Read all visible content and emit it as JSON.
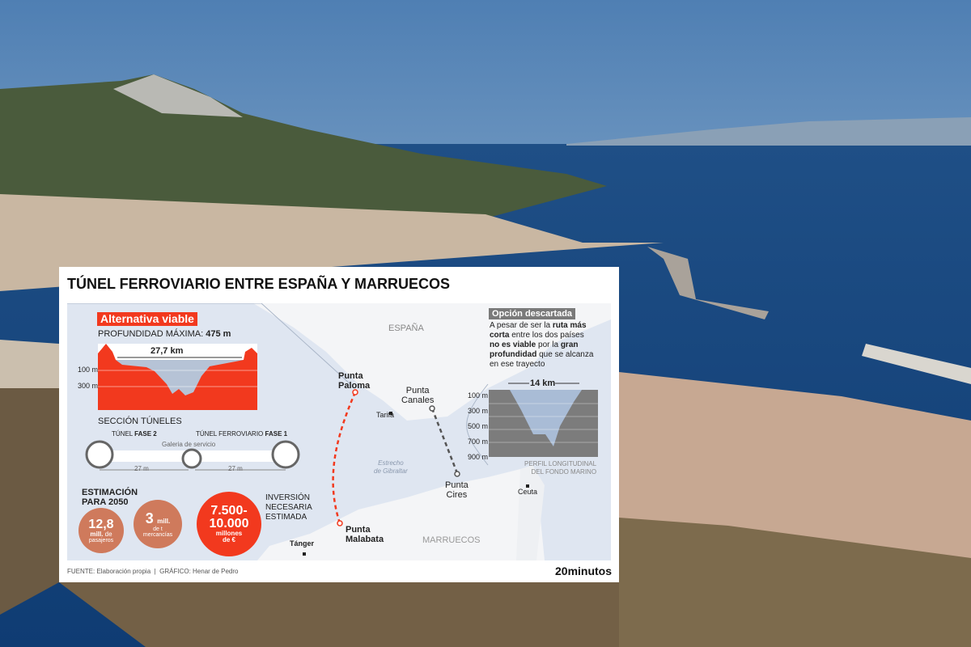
{
  "title": "TÚNEL FERROVIARIO ENTRE ESPAÑA Y MARRUECOS",
  "viable": {
    "badge": "Alternativa viable",
    "depth_label": "PROFUNDIDAD MÁXIMA:",
    "depth_value": "475 m",
    "length": "27,7 km",
    "ticks": [
      "100 m",
      "300 m"
    ]
  },
  "section": {
    "title": "SECCIÓN TÚNELES",
    "tunnel2_pre": "TÚNEL",
    "tunnel2_bold": "FASE 2",
    "tunnel1_pre": "TÚNEL FERROVIARIO",
    "tunnel1_bold": "FASE 1",
    "gallery": "Galeria de servicio",
    "dist_left": "27 m",
    "dist_right": "27 m"
  },
  "estimate": {
    "label_1": "ESTIMACIÓN",
    "label_2": "PARA 2050",
    "passengers_value": "12,8",
    "passengers_unit": "mill.",
    "passengers_unit2": "de",
    "passengers_text": "pasajeros",
    "freight_value": "3",
    "freight_unit": "mill.",
    "freight_unit2": "de t",
    "freight_text": "mercancías"
  },
  "investment": {
    "label_1": "INVERSIÓN",
    "label_2": "NECESARIA",
    "label_3": "ESTIMADA",
    "value_1": "7.500-",
    "value_2": "10.000",
    "unit_1": "millones",
    "unit_2": "de €"
  },
  "map": {
    "spain": "ESPAÑA",
    "morocco": "MARRUECOS",
    "punta_paloma_1": "Punta",
    "punta_paloma_2": "Paloma",
    "punta_canales_1": "Punta",
    "punta_canales_2": "Canales",
    "tarifa": "Tarifa",
    "strait_1": "Estrecho",
    "strait_2": "de Gibraltar",
    "punta_cires_1": "Punta",
    "punta_cires_2": "Cires",
    "ceuta": "Ceuta",
    "punta_malabata_1": "Punta",
    "punta_malabata_2": "Malabata",
    "tanger": "Tánger"
  },
  "discarded": {
    "badge": "Opción descartada",
    "l1a": "A pesar de ser la ",
    "l1b": "ruta más",
    "l2a": "corta",
    "l2b": " entre los dos países",
    "l3a": "no es viable",
    "l3b": " por la ",
    "l3c": "gran",
    "l4a": "profundidad",
    "l4b": " que se alcanza",
    "l5": "en ese trayecto",
    "length": "14 km",
    "ticks": [
      "100 m",
      "300 m",
      "500 m",
      "700 m",
      "900 m"
    ],
    "caption_1": "PERFIL LONGITUDINAL",
    "caption_2": "DEL FONDO MARINO"
  },
  "footer": {
    "source": "FUENTE: Elaboración propia  |  GRÁFICO: Henar de Pedro",
    "logo": "20minutos"
  },
  "colors": {
    "red": "#f2391e",
    "copper": "#cf7a5c",
    "gray": "#6f6f6f"
  }
}
